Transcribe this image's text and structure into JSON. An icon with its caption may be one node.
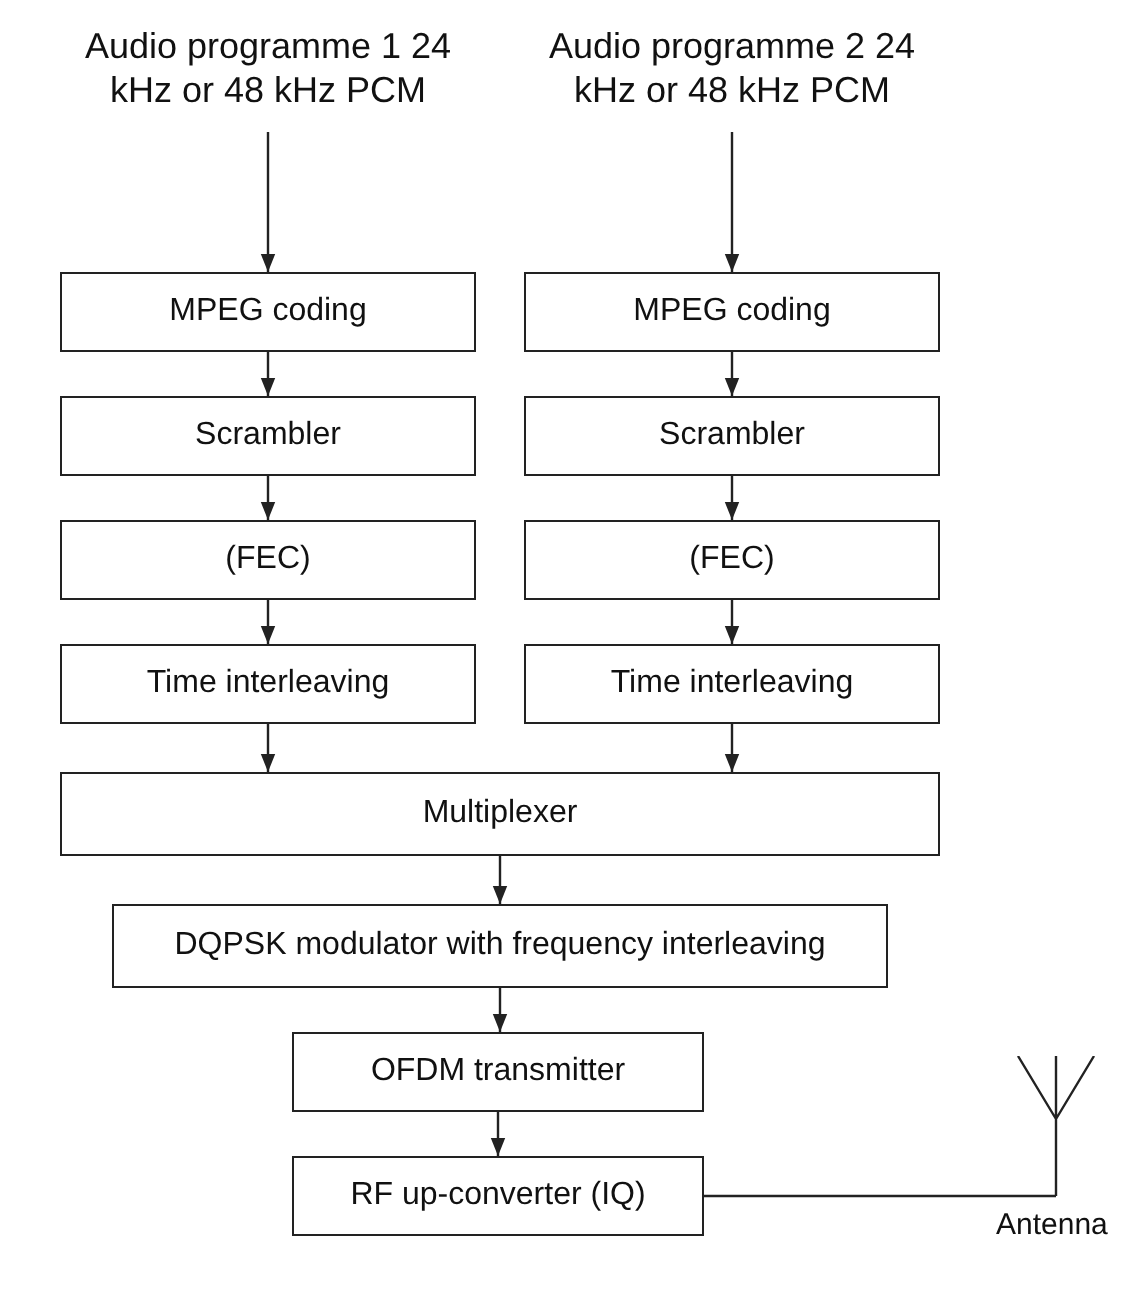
{
  "diagram": {
    "nodes": [
      {
        "text": [
          "Audio programme 1 24 kHz or 48 kHz PCM"
        ]
      },
      {
        "text": [
          "Audio programme 2 24 kHz or 48 kHz PCM"
        ]
      },
      {
        "text": [
          "MPEG coding"
        ]
      },
      {
        "text": [
          "MPEG coding"
        ]
      },
      {
        "text": [
          "Scrambler"
        ]
      },
      {
        "text": [
          "Scrambler"
        ]
      },
      {
        "text": [
          "(FEC)"
        ]
      },
      {
        "text": [
          "(FEC)"
        ]
      },
      {
        "text": [
          "Time interleaving"
        ]
      },
      {
        "text": [
          "Time interleaving"
        ]
      },
      {
        "text": [
          "Multiplexer"
        ]
      },
      {
        "text": [
          "DQPSK modulator with frequency interleaving"
        ]
      },
      {
        "text": [
          "OFDM transmitter"
        ]
      },
      {
        "text": [
          "RF up-converter (IQ)"
        ]
      },
      {
        "text": [],
        "shape": "picture",
        "beside": [
          "Antenna"
        ]
      }
    ],
    "edges": [
      {
        "from": 0,
        "to": 2,
        "arrow": "to"
      },
      {
        "from": 2,
        "to": 4,
        "arrow": "to"
      },
      {
        "from": 4,
        "to": 6,
        "arrow": "to"
      },
      {
        "from": 6,
        "to": 8,
        "arrow": "to"
      },
      {
        "from": 8,
        "to": 10,
        "arrow": "to"
      },
      {
        "from": 1,
        "to": 3,
        "arrow": "to"
      },
      {
        "from": 3,
        "to": 5,
        "arrow": "to"
      },
      {
        "from": 5,
        "to": 7,
        "arrow": "to"
      },
      {
        "from": 7,
        "to": 9,
        "arrow": "to"
      },
      {
        "from": 9,
        "to": 10,
        "arrow": "to"
      },
      {
        "from": 10,
        "to": 11,
        "arrow": "to"
      },
      {
        "from": 11,
        "to": 12,
        "arrow": "to"
      },
      {
        "from": 12,
        "to": 13,
        "arrow": "to"
      },
      {
        "from": 13,
        "to": 14,
        "arrow": "none"
      }
    ]
  }
}
